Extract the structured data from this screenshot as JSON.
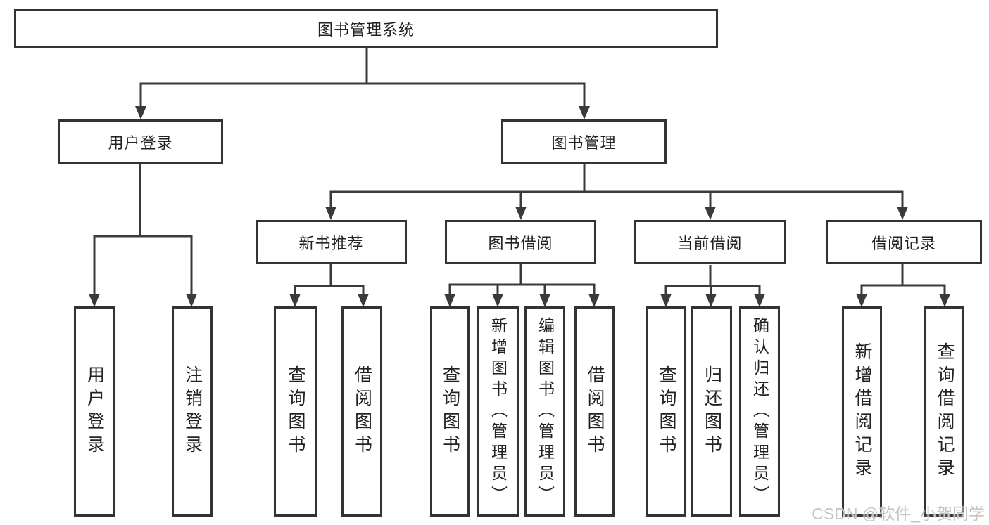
{
  "diagram": {
    "root": {
      "label": "图书管理系统"
    },
    "branches": [
      {
        "label": "用户登录",
        "children": [
          {
            "label": "用户登录"
          },
          {
            "label": "注销登录"
          }
        ]
      },
      {
        "label": "图书管理",
        "children": [
          {
            "label": "新书推荐",
            "children": [
              {
                "label": "查询图书"
              },
              {
                "label": "借阅图书"
              }
            ]
          },
          {
            "label": "图书借阅",
            "children": [
              {
                "label": "查询图书"
              },
              {
                "label": "新增图书（管理员）"
              },
              {
                "label": "编辑图书（管理员）"
              },
              {
                "label": "借阅图书"
              }
            ]
          },
          {
            "label": "当前借阅",
            "children": [
              {
                "label": "查询图书"
              },
              {
                "label": "归还图书"
              },
              {
                "label": "确认归还（管理员）"
              }
            ]
          },
          {
            "label": "借阅记录",
            "children": [
              {
                "label": "新增借阅记录"
              },
              {
                "label": "查询借阅记录"
              }
            ]
          }
        ]
      }
    ]
  },
  "watermark": {
    "text": "CSDN @软件_小贺同学"
  },
  "colors": {
    "line": "#3a3a3a",
    "box_border": "#333333",
    "box_fill": "#ffffff",
    "text": "#222222",
    "watermark": "#c4c4c4"
  }
}
